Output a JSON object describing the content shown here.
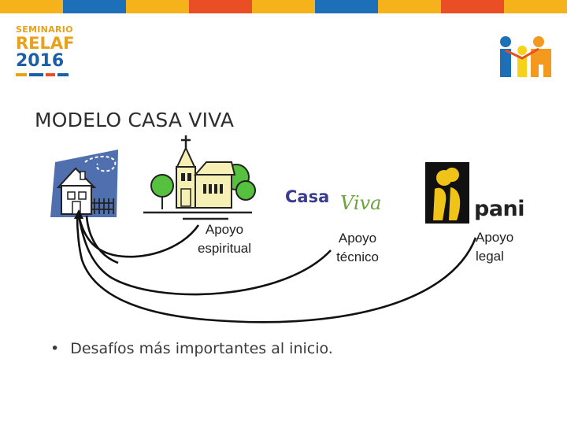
{
  "logo": {
    "line1": "SEMINARIO",
    "line2": "RELAF",
    "line3": "2016"
  },
  "title": "MODELO CASA VIVA",
  "labels": {
    "espiritual": [
      "Apoyo",
      "espiritual"
    ],
    "tecnico": [
      "Apoyo",
      "técnico"
    ],
    "legal": [
      "Apoyo",
      "legal"
    ]
  },
  "casaviva": {
    "part1": "Casa",
    "part2": "Viva"
  },
  "pani": {
    "word": "pani"
  },
  "bullet": {
    "marker": "•",
    "text": "Desafíos más importantes al inicio."
  },
  "colors": {
    "band": [
      "#f6b21a",
      "#1d6fb8",
      "#f6b21a",
      "#e94e24",
      "#f6b21a",
      "#1d6fb8",
      "#f6b21a",
      "#e94e24",
      "#f6b21a"
    ],
    "orange": "#e8a21a",
    "blue": "#1d5fa6",
    "green": "#6ca33a"
  },
  "icons": [
    "house-icon",
    "church-icon",
    "people-logo-icon",
    "pani-logo-icon"
  ]
}
